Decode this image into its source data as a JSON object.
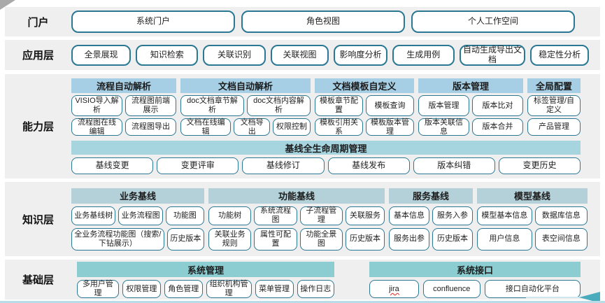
{
  "portal": {
    "label": "门户",
    "items": [
      "系统门户",
      "角色视图",
      "个人工作空间"
    ]
  },
  "app": {
    "label": "应用层",
    "items": [
      "全景展现",
      "知识检索",
      "关联识别",
      "关联视图",
      "影响度分析",
      "生成用例",
      "自动生成导出文档",
      "稳定性分析"
    ]
  },
  "cap": {
    "label": "能力层",
    "g0": {
      "header": "流程自动解析",
      "r0": [
        "VISIO导入解析",
        "流程图前端展示"
      ],
      "r1": [
        "流程图在线编辑",
        "流程图导出"
      ]
    },
    "g1": {
      "header": "文档自动解析",
      "r0": [
        "doc文档章节解析",
        "doc文档内容解析"
      ],
      "r1": [
        "文档在线编辑",
        "文档导出",
        "权限控制"
      ]
    },
    "g2": {
      "header": "文档模板自定义",
      "r0": [
        "模板章节配置",
        "模板查询"
      ],
      "r1": [
        "模板引用关系",
        "模板版本管理"
      ]
    },
    "g3": {
      "header": "版本管理",
      "r0": [
        "版本管理",
        "版本比对"
      ],
      "r1": [
        "版本关联信息",
        "版本合并"
      ]
    },
    "g4": {
      "header": "全局配置",
      "r0": [
        "标签管理/自定义"
      ],
      "r1": [
        "产品管理"
      ]
    },
    "baseline": {
      "header": "基线全生命周期管理",
      "items": [
        "基线变更",
        "变更评审",
        "基线修订",
        "基线发布",
        "版本纠错",
        "变更历史"
      ]
    }
  },
  "know": {
    "label": "知识层",
    "g0": {
      "header": "业务基线",
      "r0": [
        "业务基线树",
        "业务流程图",
        "功能图"
      ],
      "r1": [
        "全业务流程功能图（搜索/下钻展示）",
        "历史版本"
      ]
    },
    "g1": {
      "header": "功能基线",
      "r0": [
        "功能树",
        "系统流程图",
        "子流程管理",
        "关联服务"
      ],
      "r1": [
        "关联业务规则",
        "属性可配置",
        "功能全景图",
        "历史版本"
      ]
    },
    "g2": {
      "header": "服务基线",
      "r0": [
        "基本信息",
        "服务入参"
      ],
      "r1": [
        "服务出参",
        "历史版本"
      ]
    },
    "g3": {
      "header": "模型基线",
      "r0": [
        "模型基本信息",
        "数据库信息"
      ],
      "r1": [
        "用户信息",
        "表空间信息"
      ]
    }
  },
  "base": {
    "label": "基础层",
    "g0": {
      "header": "系统管理",
      "items": [
        "多用户管理",
        "权限管理",
        "角色管理",
        "组织机构管理",
        "菜单管理",
        "操作日志"
      ]
    },
    "g1": {
      "header": "系统接口",
      "items": [
        "jira",
        "confluence",
        "接口自动化平台"
      ]
    }
  },
  "colors": {
    "band_bg": "#efefef",
    "node_border": "#2a7894",
    "capability_header_bg": "#a6cee4",
    "baseline_banner_bg": "#a6d5e0",
    "knowledge_header_bg": "#b4d1d9",
    "foundation_header_bg": "#8bcdd1",
    "bottom_line": "#b8dde8",
    "arrow": "#4aabbc",
    "spellcheck_underline": "#e03c31"
  }
}
